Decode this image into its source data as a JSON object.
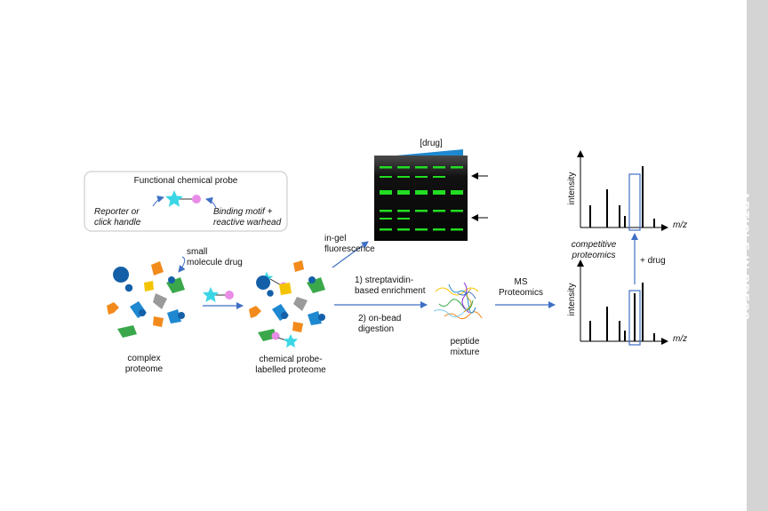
{
  "watermark": "ARTICLE IN PRESS",
  "probe_box": {
    "title": "Functional chemical probe",
    "left_label_line1": "Reporter or",
    "left_label_line2": "click handle",
    "right_label_line1": "Binding motif +",
    "right_label_line2": "reactive warhead"
  },
  "drug_label_line1": "small",
  "drug_label_line2": "molecule drug",
  "complex_label_line1": "complex",
  "complex_label_line2": "proteome",
  "labelled_label_line1": "chemical probe-",
  "labelled_label_line2": "labelled proteome",
  "ingel_line1": "in-gel",
  "ingel_line2": "fluorescence",
  "gel_drug_label": "[drug]",
  "step1_line1": "1) streptavidin-",
  "step1_line2": "based enrichment",
  "step2_line1": "2) on-bead",
  "step2_line2": "digestion",
  "peptide_line1": "peptide",
  "peptide_line2": "mixture",
  "ms_line1": "MS",
  "ms_line2": "Proteomics",
  "top_chart": {
    "ylabel": "intensity",
    "xlabel": "m/z"
  },
  "bottom_chart": {
    "ylabel": "intensity",
    "xlabel": "m/z"
  },
  "competitive_line1": "competitive",
  "competitive_line2": "proteomics",
  "plus_drug": "+ drug",
  "colors": {
    "arrow": "#3e6fc4",
    "gel_band": "#22dd22",
    "probe_star": "#3ad6e6",
    "probe_ball": "#e98ce6",
    "protein_orange": "#f28a1c",
    "protein_blue": "#1e88d0",
    "protein_green": "#3aa84a",
    "protein_yellow": "#f5c400",
    "protein_gray": "#9a9a9a",
    "protein_darkblue": "#1460a8"
  }
}
